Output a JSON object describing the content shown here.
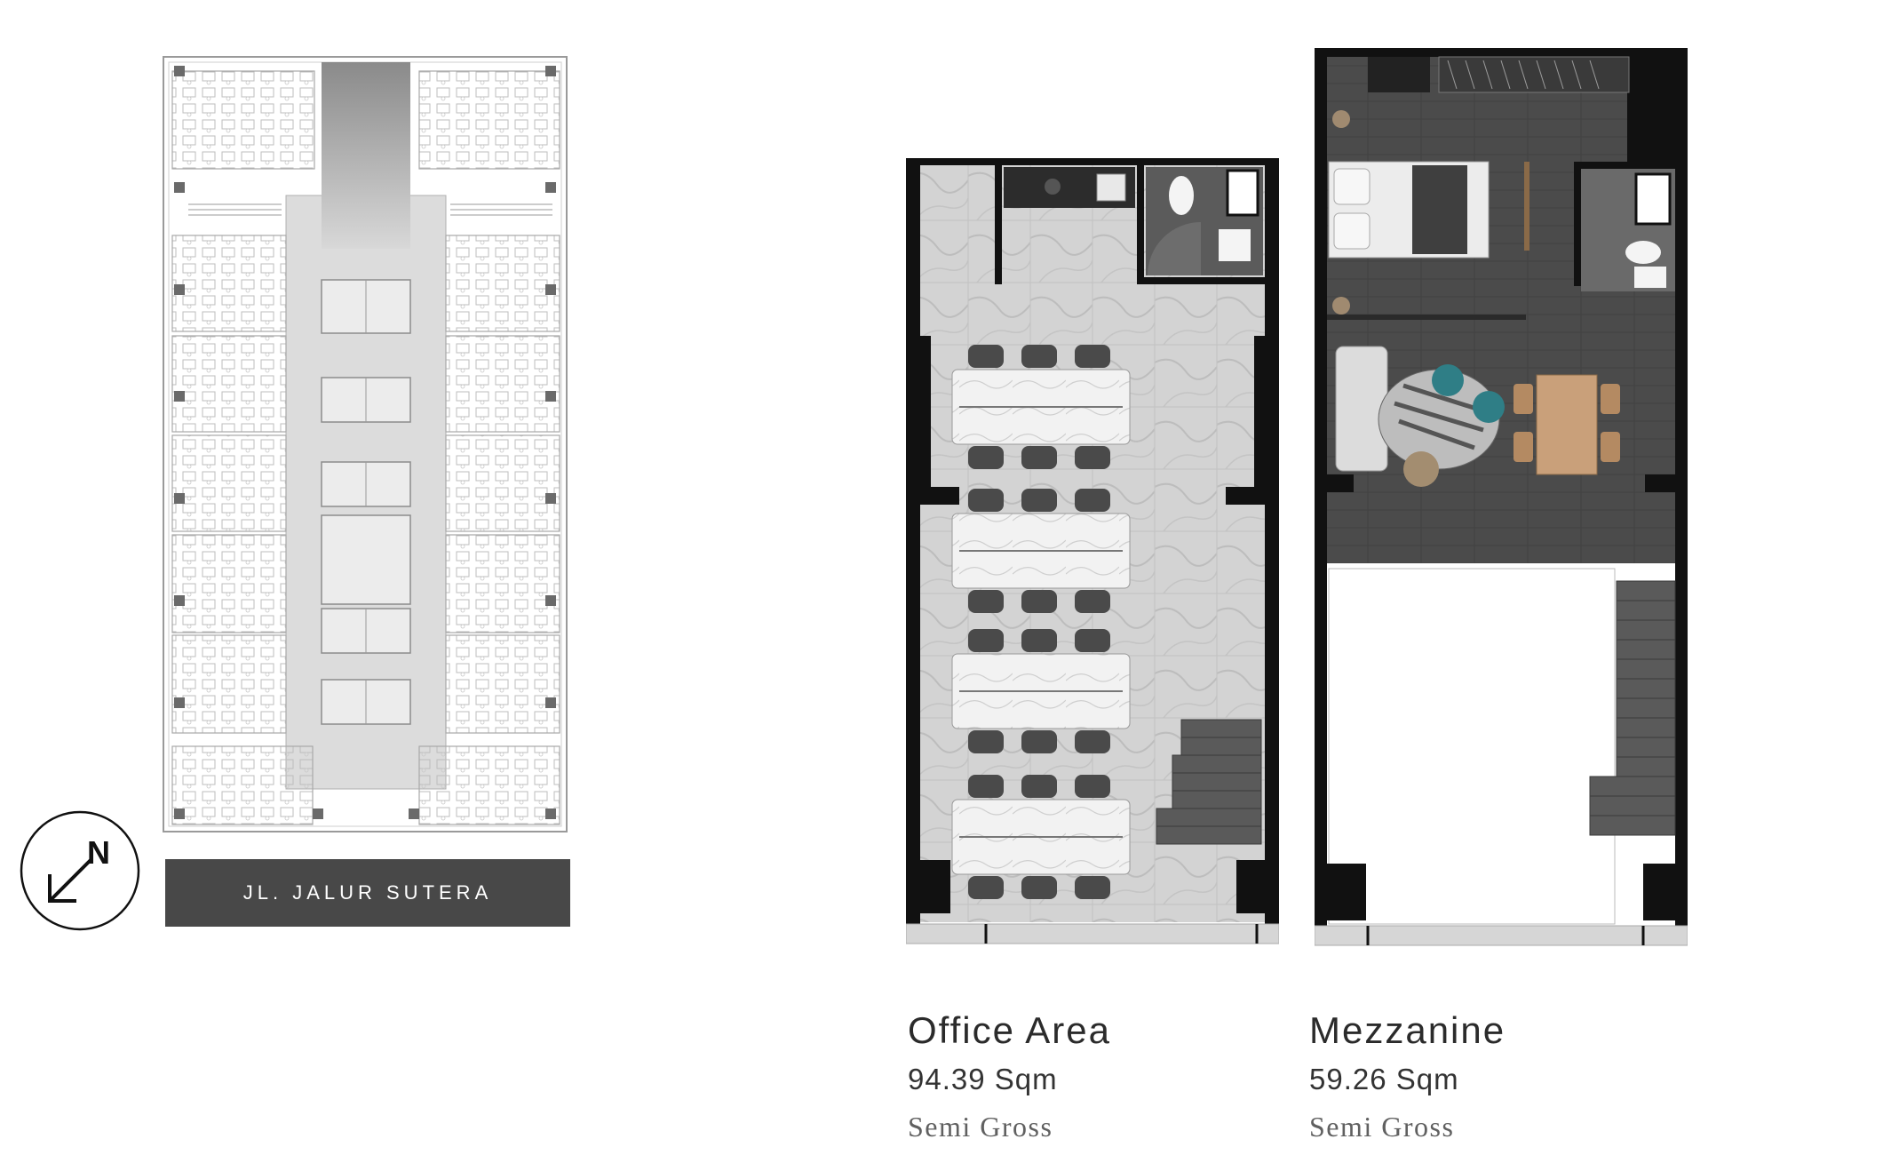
{
  "street": {
    "label": "JL. JALUR SUTERA"
  },
  "compass": {
    "letter": "N",
    "icon": "north-arrow-icon"
  },
  "office": {
    "title": "Office Area",
    "size": "94.39 Sqm",
    "note": "Semi Gross"
  },
  "mezzanine": {
    "title": "Mezzanine",
    "size": "59.26 Sqm",
    "note": "Semi Gross"
  },
  "colors": {
    "wall": "#111111",
    "banner": "#484848",
    "floor_marble": "#d0d0d0",
    "floor_dark": "#4a4a4a",
    "text": "#2b2b2b",
    "subtext": "#606060"
  }
}
